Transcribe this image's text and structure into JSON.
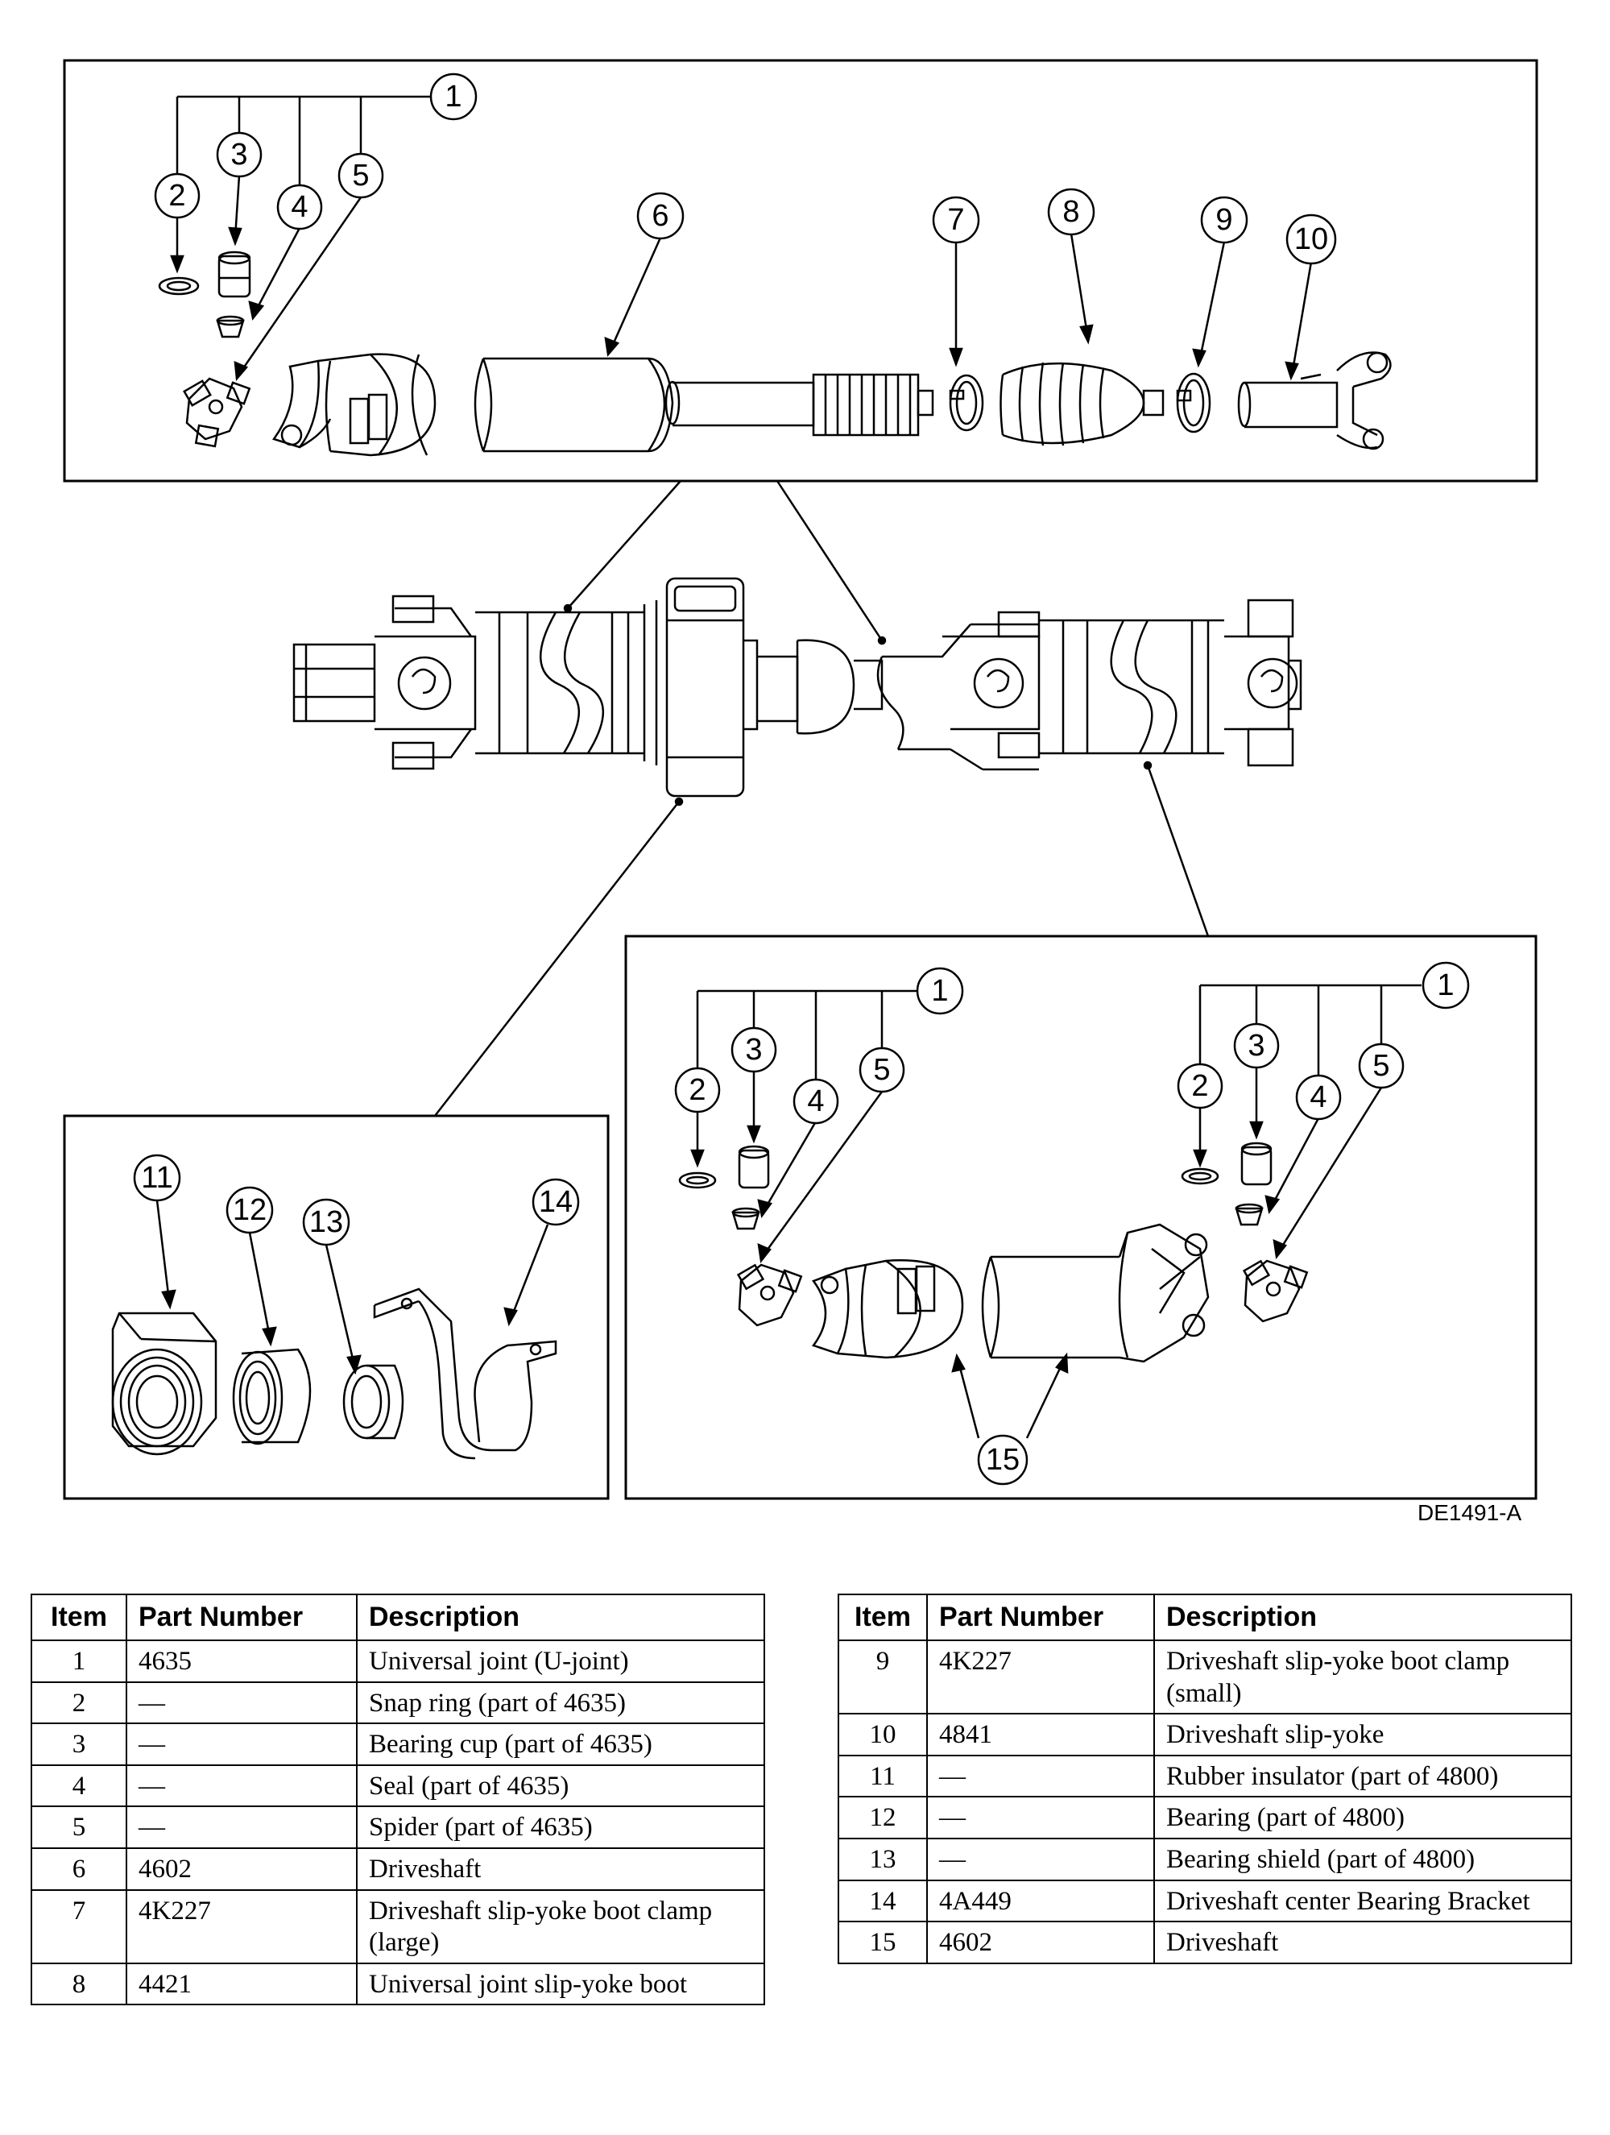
{
  "figure_code": "DE1491-A",
  "callouts": [
    "1",
    "2",
    "3",
    "4",
    "5",
    "6",
    "7",
    "8",
    "9",
    "10",
    "11",
    "12",
    "13",
    "14",
    "15"
  ],
  "tables": {
    "headers": {
      "item": "Item",
      "part": "Part Number",
      "desc": "Description"
    },
    "left": [
      {
        "item": "1",
        "part": "4635",
        "desc": "Universal joint (U-joint)"
      },
      {
        "item": "2",
        "part": "—",
        "desc": "Snap ring (part of 4635)"
      },
      {
        "item": "3",
        "part": "—",
        "desc": "Bearing cup (part of 4635)"
      },
      {
        "item": "4",
        "part": "—",
        "desc": "Seal (part of 4635)"
      },
      {
        "item": "5",
        "part": "—",
        "desc": "Spider (part of 4635)"
      },
      {
        "item": "6",
        "part": "4602",
        "desc": "Driveshaft"
      },
      {
        "item": "7",
        "part": "4K227",
        "desc": "Driveshaft slip-yoke boot clamp (large)"
      },
      {
        "item": "8",
        "part": "4421",
        "desc": "Universal joint slip-yoke boot"
      }
    ],
    "right": [
      {
        "item": "9",
        "part": "4K227",
        "desc": "Driveshaft slip-yoke boot clamp (small)"
      },
      {
        "item": "10",
        "part": "4841",
        "desc": "Driveshaft slip-yoke"
      },
      {
        "item": "11",
        "part": "—",
        "desc": "Rubber insulator (part of 4800)"
      },
      {
        "item": "12",
        "part": "—",
        "desc": "Bearing (part of 4800)"
      },
      {
        "item": "13",
        "part": "—",
        "desc": "Bearing shield (part of 4800)"
      },
      {
        "item": "14",
        "part": "4A449",
        "desc": "Driveshaft center Bearing Bracket"
      },
      {
        "item": "15",
        "part": "4602",
        "desc": "Driveshaft"
      }
    ]
  }
}
